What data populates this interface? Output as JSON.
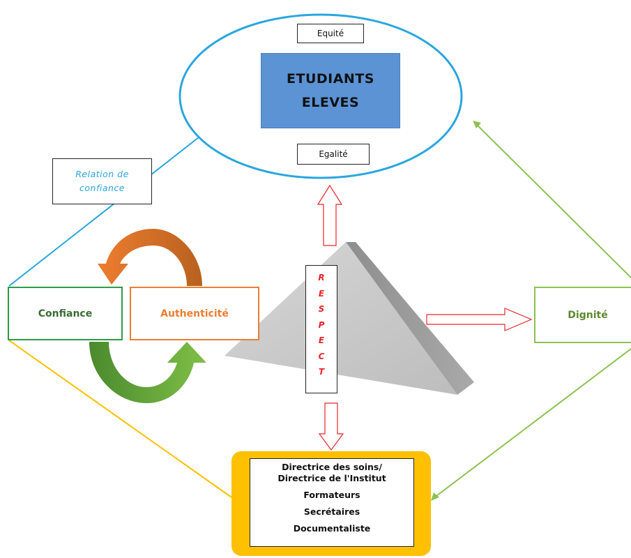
{
  "students": {
    "title_line1": "ETUDIANTS",
    "title_line2": "ELEVES",
    "top_label": "Equité",
    "bottom_label": "Egalité"
  },
  "relation": {
    "line1": "Relation de",
    "line2": "confiance"
  },
  "values": {
    "confiance": "Confiance",
    "authenticite": "Authenticité",
    "dignite": "Dignité"
  },
  "respect_letters": [
    "R",
    "E",
    "S",
    "P",
    "E",
    "C",
    "T"
  ],
  "staff": {
    "line1": "Directrice des soins/",
    "line2": "Directrice de l'Institut",
    "line3": "Formateurs",
    "line4": "Secrétaires",
    "line5": "Documentaliste"
  },
  "colors": {
    "ellipse": "#2aa6dd",
    "students_box": "#5b93d5",
    "confiance": "#2e9b4a",
    "authenticite": "#ed7d31",
    "dignite": "#8cc152",
    "staff_frame": "#ffc000",
    "respect_arrows": "#e8262a",
    "triangle": "#c8c8c8"
  }
}
